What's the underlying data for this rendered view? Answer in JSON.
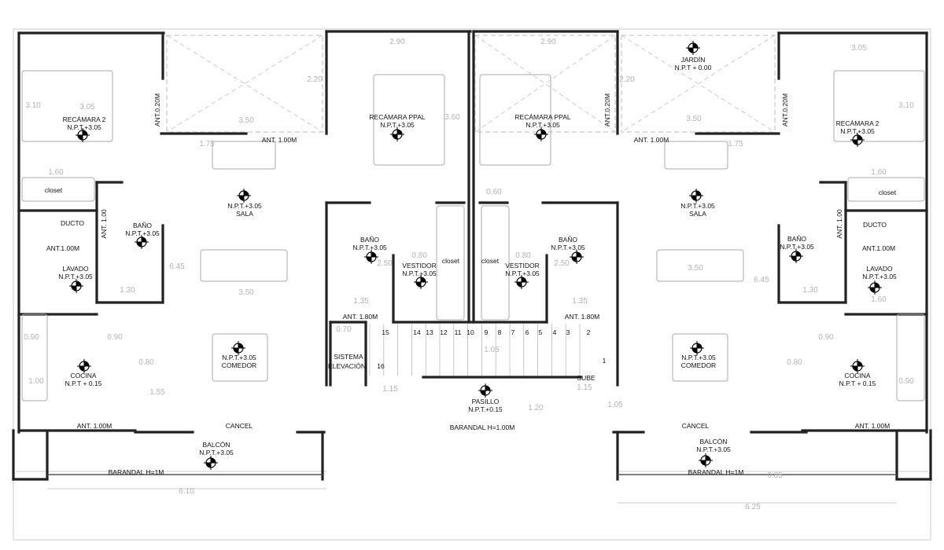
{
  "drawing": {
    "rooms": [
      {
        "name": "RECÁMARA 2",
        "level": "N.P.T.+3.05"
      },
      {
        "name": "BAÑO",
        "level": "N.P.T.+3.05"
      },
      {
        "name": "LAVADO",
        "level": "N.P.T.+3.05"
      },
      {
        "name": "SALA",
        "level": "N.P.T.+3.05"
      },
      {
        "name": "COMEDOR",
        "level": "N.P.T.+3.05"
      },
      {
        "name": "COCINA",
        "level": "N.P.T + 0.15"
      },
      {
        "name": "BALCÓN",
        "level": "N.P.T.+3.05"
      },
      {
        "name": "RECÁMARA PPAL",
        "level": "N.P.T.+3.05"
      },
      {
        "name": "RECÁMARA PPAL",
        "level": "N.P.T.+3.05"
      },
      {
        "name": "BAÑO",
        "level": "N.P.T.+3.05"
      },
      {
        "name": "VESTIDOR",
        "level": "N.P.T.+3.05"
      },
      {
        "name": "VESTIDOR",
        "level": "N.P.T.+3.05"
      },
      {
        "name": "BAÑO",
        "level": "N.P.T.+3.05"
      },
      {
        "name": "PASILLO",
        "level": "N.P.T.+0.15"
      },
      {
        "name": "JARDÍN",
        "level": "N.P.T + 0.00"
      },
      {
        "name": "RECÁMARA 2",
        "level": "N.P.T.+3.05"
      },
      {
        "name": "SALA",
        "level": "N.P.T.+3.05"
      },
      {
        "name": "BAÑO",
        "level": "N.P.T.+3.05"
      },
      {
        "name": "LAVADO",
        "level": "N.P.T.+3.05"
      },
      {
        "name": "COMEDOR",
        "level": "N.P.T.+3.05"
      },
      {
        "name": "COCINA",
        "level": "N.P.T + 0.15"
      },
      {
        "name": "BALCÓN",
        "level": "N.P.T.+3.05"
      }
    ],
    "annotations": [
      "closet",
      "DUCTO",
      "ANT. 1.00",
      "ANT.1.00M",
      "ANT.0.20M",
      "ANT. 1.00M",
      "ANT. 1.00M",
      "CANCEL",
      "BARANDAL H=1M",
      "closet",
      "closet",
      "ANT. 1.80M",
      "ANT. 1.80M",
      "SISTEMA",
      "ELEVACIÓN",
      "SUBE",
      "BARANDAL H=1.00M",
      "ANT.0.20M",
      "ANT.0.20M",
      "ANT. 1.00M",
      "closet",
      "DUCTO",
      "ANT. 1.00",
      "ANT.1.00M",
      "CANCEL",
      "ANT. 1.00M",
      "BARANDAL H=1M"
    ],
    "dimensions": [
      "3.10",
      "3.05",
      "1.60",
      "2.20",
      "3.50",
      "1.75",
      "6.45",
      "3.50",
      "1.30",
      "0.90",
      "0.90",
      "0.80",
      "1.00",
      "1.55",
      "6.10",
      "2.90",
      "3.60",
      "0.60",
      "0.80",
      "0.80",
      "2.50",
      "2.50",
      "1.35",
      "1.35",
      "1.05",
      "1.15",
      "1.15",
      "1.20",
      "1.05",
      "0.70",
      "2.90",
      "2.20",
      "3.05",
      "3.10",
      "3.50",
      "1.75",
      "1.60",
      "3.50",
      "6.45",
      "1.30",
      "1.60",
      "0.90",
      "0.80",
      "0.90",
      "0.85",
      "6.25"
    ],
    "stair_steps": [
      "1",
      "2",
      "3",
      "4",
      "5",
      "6",
      "7",
      "8",
      "9",
      "10",
      "11",
      "12",
      "13",
      "14",
      "15",
      "16"
    ]
  }
}
